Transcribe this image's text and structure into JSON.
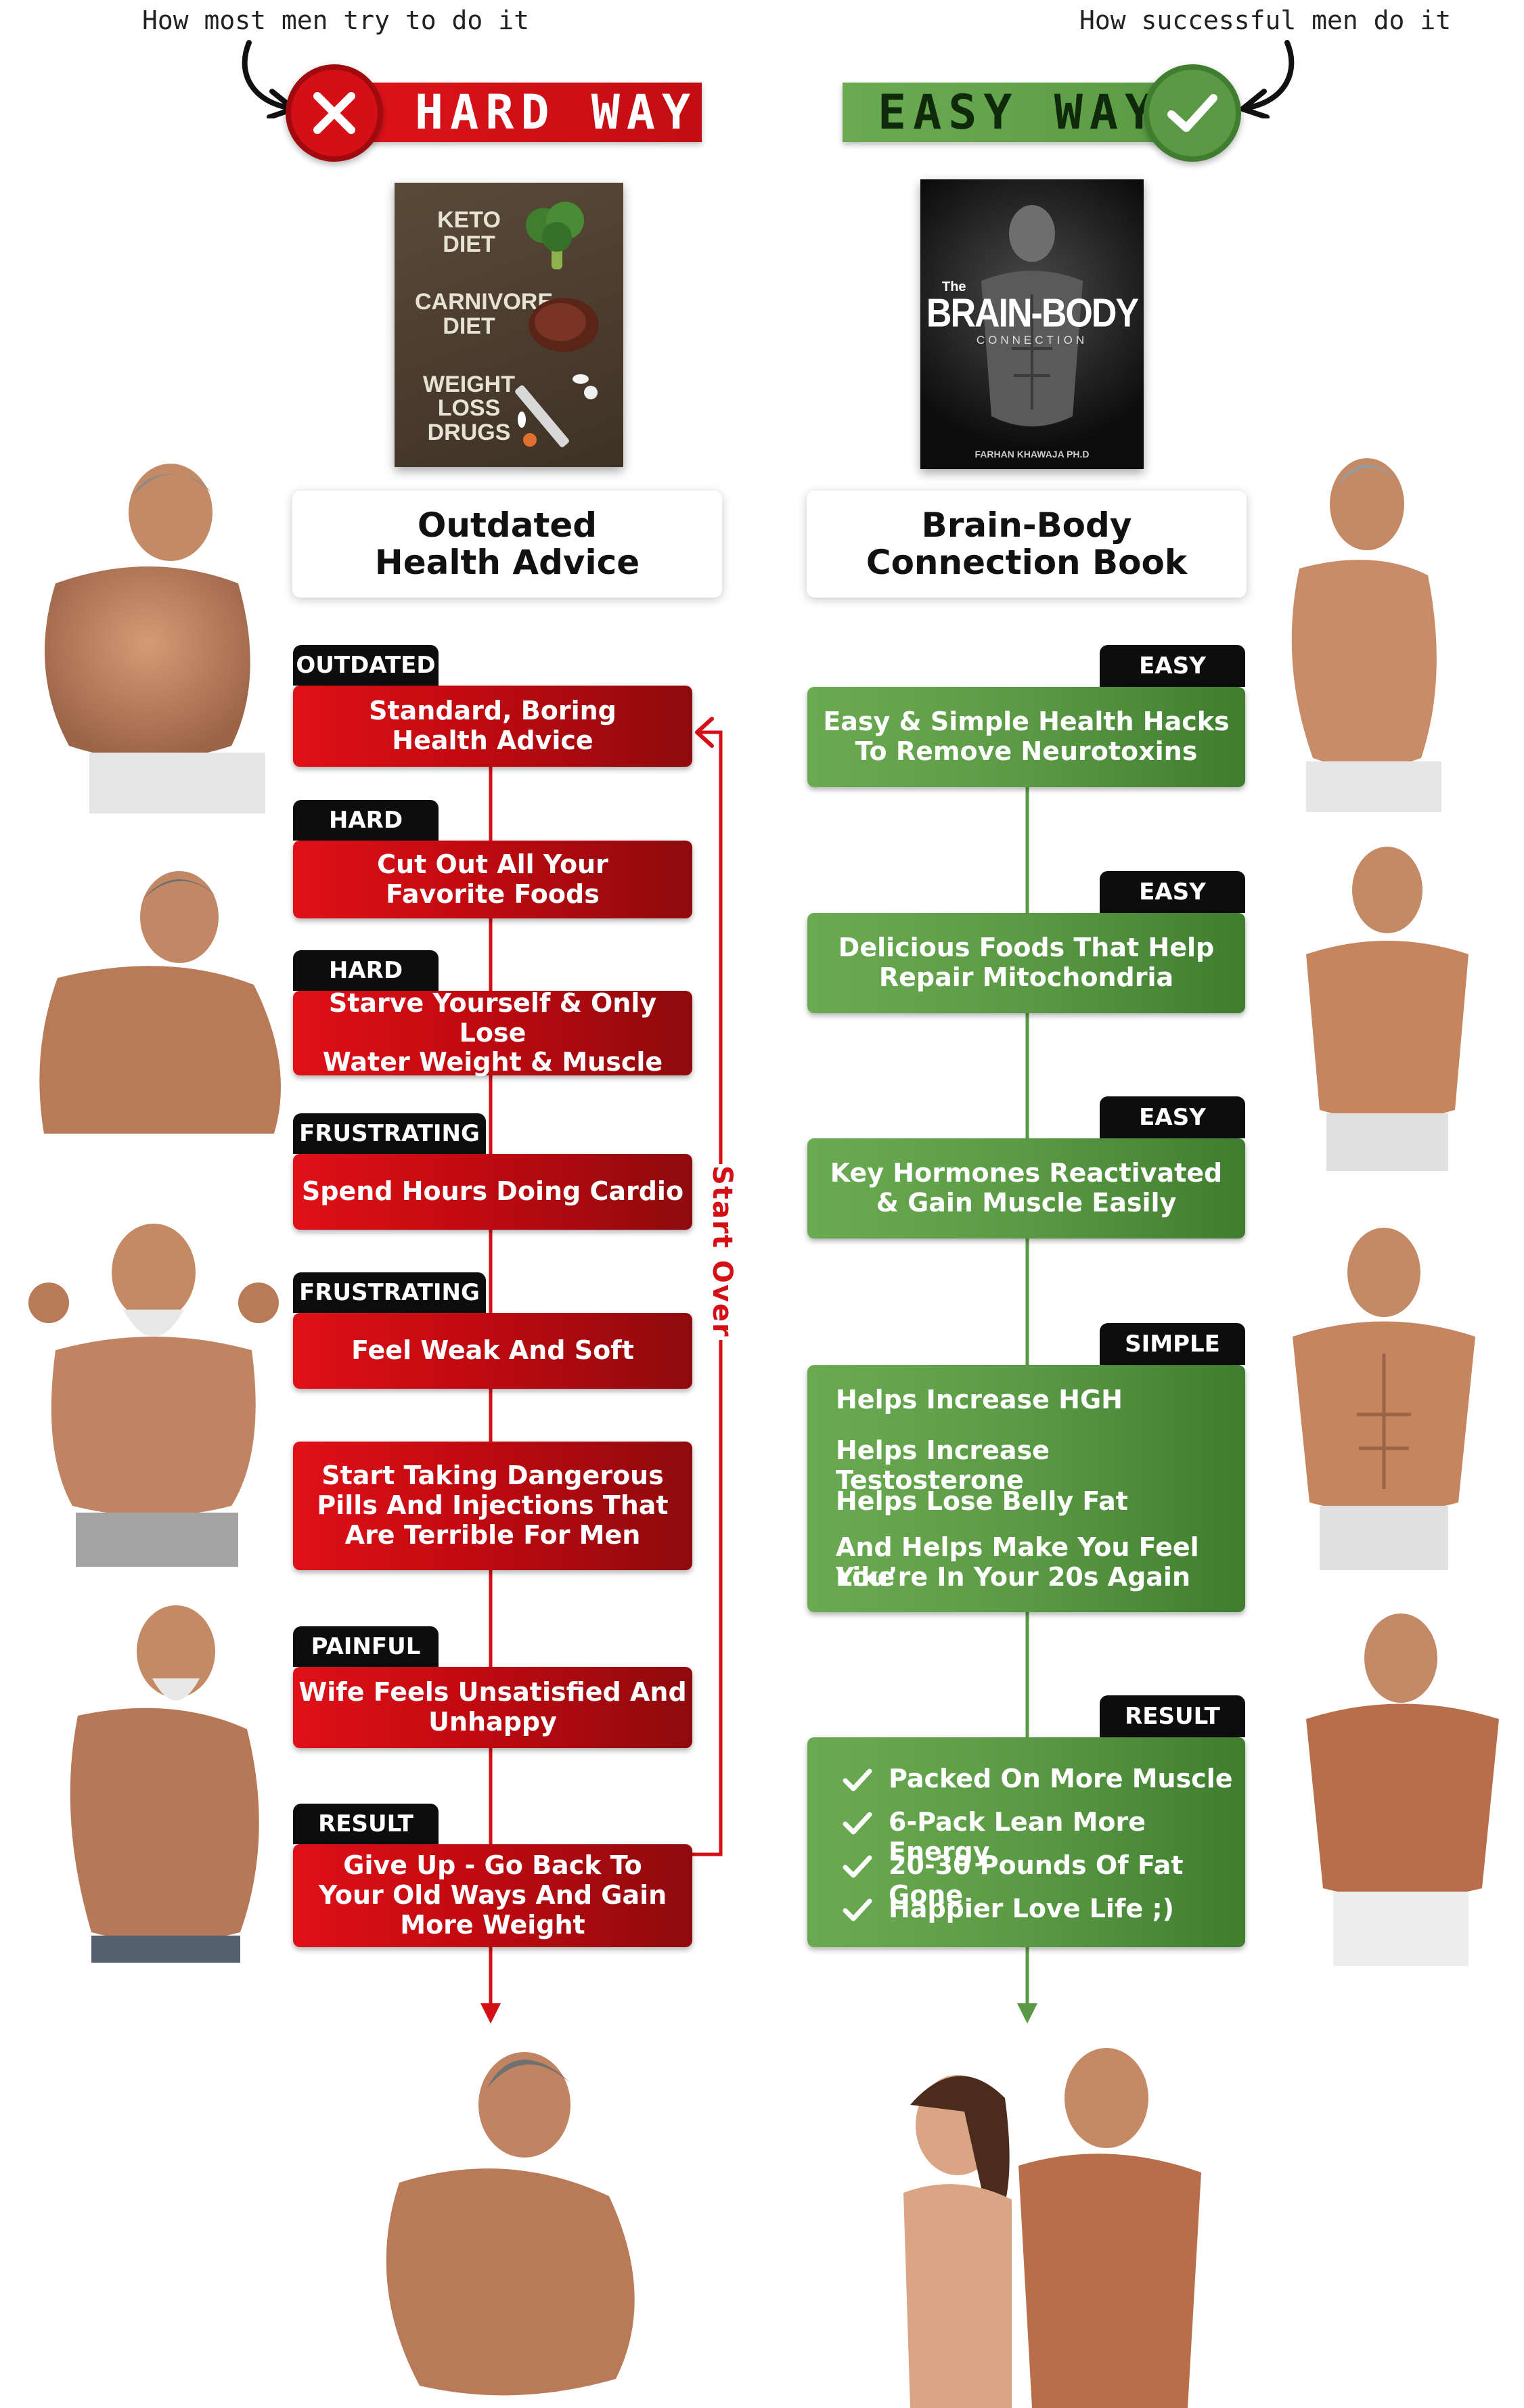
{
  "header": {
    "left_note": "How most men try to do it",
    "right_note": "How successful men do it",
    "hard_label": "HARD WAY",
    "easy_label": "EASY WAY"
  },
  "left_book": {
    "lines": [
      "KETO",
      "DIET",
      "CARNIVORE",
      "DIET",
      "WEIGHT",
      "LOSS",
      "DRUGS"
    ],
    "caption_line1": "Outdated",
    "caption_line2": "Health Advice"
  },
  "right_book": {
    "the": "The",
    "title": "BRAIN-BODY",
    "subtitle": "CONNECTION",
    "author": "FARHAN KHAWAJA PH.D",
    "caption_line1": "Brain-Body",
    "caption_line2": "Connection Book"
  },
  "hard_steps": [
    {
      "tag": "OUTDATED",
      "lines": [
        "Standard, Boring",
        "Health Advice"
      ]
    },
    {
      "tag": "HARD",
      "lines": [
        "Cut Out All Your",
        "Favorite Foods"
      ]
    },
    {
      "tag": "HARD",
      "lines": [
        "Starve Yourself & Only Lose",
        "Water Weight & Muscle"
      ]
    },
    {
      "tag": "FRUSTRATING",
      "lines": [
        "Spend Hours Doing Cardio"
      ]
    },
    {
      "tag": "FRUSTRATING",
      "lines": [
        "Feel Weak And Soft"
      ]
    },
    {
      "tag": "",
      "lines": [
        "Start Taking Dangerous",
        "Pills And Injections That",
        "Are Terrible For Men"
      ]
    },
    {
      "tag": "PAINFUL",
      "lines": [
        "Wife Feels Unsatisfied And",
        "Unhappy"
      ]
    },
    {
      "tag": "RESULT",
      "lines": [
        "Give Up - Go Back To",
        "Your Old Ways And Gain",
        "More Weight"
      ]
    }
  ],
  "start_over": "Start Over",
  "easy_steps": [
    {
      "tag": "EASY",
      "lines": [
        "Easy & Simple Health Hacks",
        "To Remove Neurotoxins"
      ]
    },
    {
      "tag": "EASY",
      "lines": [
        "Delicious Foods That Help",
        "Repair Mitochondria"
      ]
    },
    {
      "tag": "EASY",
      "lines": [
        "Key Hormones Reactivated",
        "& Gain Muscle Easily"
      ]
    }
  ],
  "simple_step": {
    "tag": "SIMPLE",
    "items": [
      "Helps Increase HGH",
      "Helps Increase Testosterone",
      "Helps Lose Belly Fat",
      "And Helps Make You Feel Like",
      "You’re In Your 20s Again"
    ]
  },
  "result_step": {
    "tag": "RESULT",
    "items": [
      "Packed On More Muscle",
      "6-Pack Lean More Energy",
      "20-30 Pounds Of Fat Gone",
      "Happier Love Life ;)"
    ]
  },
  "colors": {
    "red": "#d40f16",
    "dark_red": "#8e0a0e",
    "green": "#5a9a44",
    "dark_green": "#3f7d2f"
  }
}
